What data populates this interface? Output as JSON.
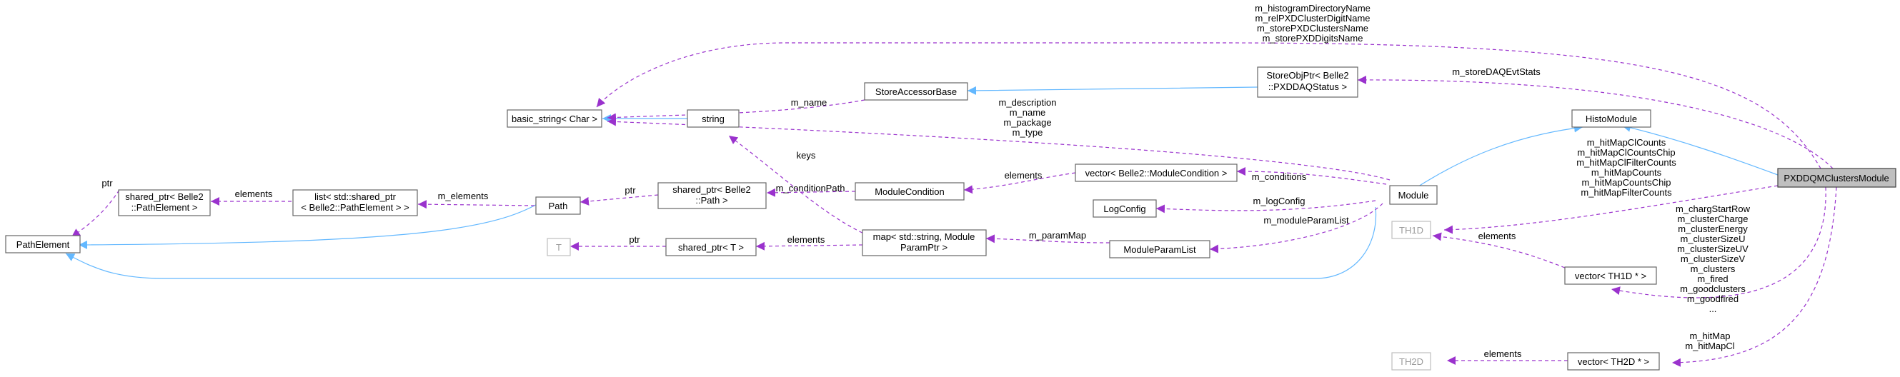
{
  "nodes": {
    "path_element": "PathElement",
    "shared_ptr_path_element": [
      "shared_ptr< Belle2",
      "::PathElement >"
    ],
    "list_shared_ptr": [
      "list< std::shared_ptr",
      "< Belle2::PathElement > >"
    ],
    "path": "Path",
    "shared_ptr_path": [
      "shared_ptr< Belle2",
      "::Path >"
    ],
    "basic_string": "basic_string< Char >",
    "string": "string",
    "t": "T",
    "shared_ptr_t": "shared_ptr< T >",
    "store_accessor_base": "StoreAccessorBase",
    "module_condition": "ModuleCondition",
    "map_params": [
      "map< std::string, Module",
      "ParamPtr >"
    ],
    "store_obj_ptr": [
      "StoreObjPtr< Belle2",
      "::PXDDAQStatus >"
    ],
    "vector_module_condition": "vector< Belle2::ModuleCondition >",
    "log_config": "LogConfig",
    "module_param_list": "ModuleParamList",
    "module": "Module",
    "histo_module": "HistoModule",
    "th1d": "TH1D",
    "vector_th1d": "vector< TH1D * >",
    "th2d": "TH2D",
    "vector_th2d": "vector< TH2D * >",
    "pxddqm": "PXDDQMClustersModule"
  },
  "edge_labels": {
    "ptr_path_element": "ptr",
    "elements_list": "elements",
    "m_elements": "m_elements",
    "ptr_path": "ptr",
    "m_condition_path": "m_conditionPath",
    "m_name": "m_name",
    "keys": "keys",
    "ptr_t": "ptr",
    "elements_shared_t": "elements",
    "elements_condition": "elements",
    "m_param_map": "m_paramMap",
    "module_strings": [
      "m_description",
      "m_name",
      "m_package",
      "m_type"
    ],
    "m_conditions": "m_conditions",
    "m_log_config": "m_logConfig",
    "m_module_param_list": "m_moduleParamList",
    "pxd_strings": [
      "m_histogramDirectoryName",
      "m_relPXDClusterDigitName",
      "m_storePXDClustersName",
      "m_storePXDDigitsName"
    ],
    "m_store_daq": "m_storeDAQEvtStats",
    "th1d_members": [
      "m_hitMapClCounts",
      "m_hitMapClCountsChip",
      "m_hitMapClFilterCounts",
      "m_hitMapCounts",
      "m_hitMapCountsChip",
      "m_hitMapFilterCounts"
    ],
    "elements_th1d": "elements",
    "vector_th1d_members": [
      "m_chargStartRow",
      "m_clusterCharge",
      "m_clusterEnergy",
      "m_clusterSizeU",
      "m_clusterSizeUV",
      "m_clusterSizeV",
      "m_clusters",
      "m_fired",
      "m_goodclusters",
      "m_goodfired",
      "..."
    ],
    "elements_th2d": "elements",
    "vector_th2d_members": [
      "m_hitMap",
      "m_hitMapCl"
    ]
  }
}
